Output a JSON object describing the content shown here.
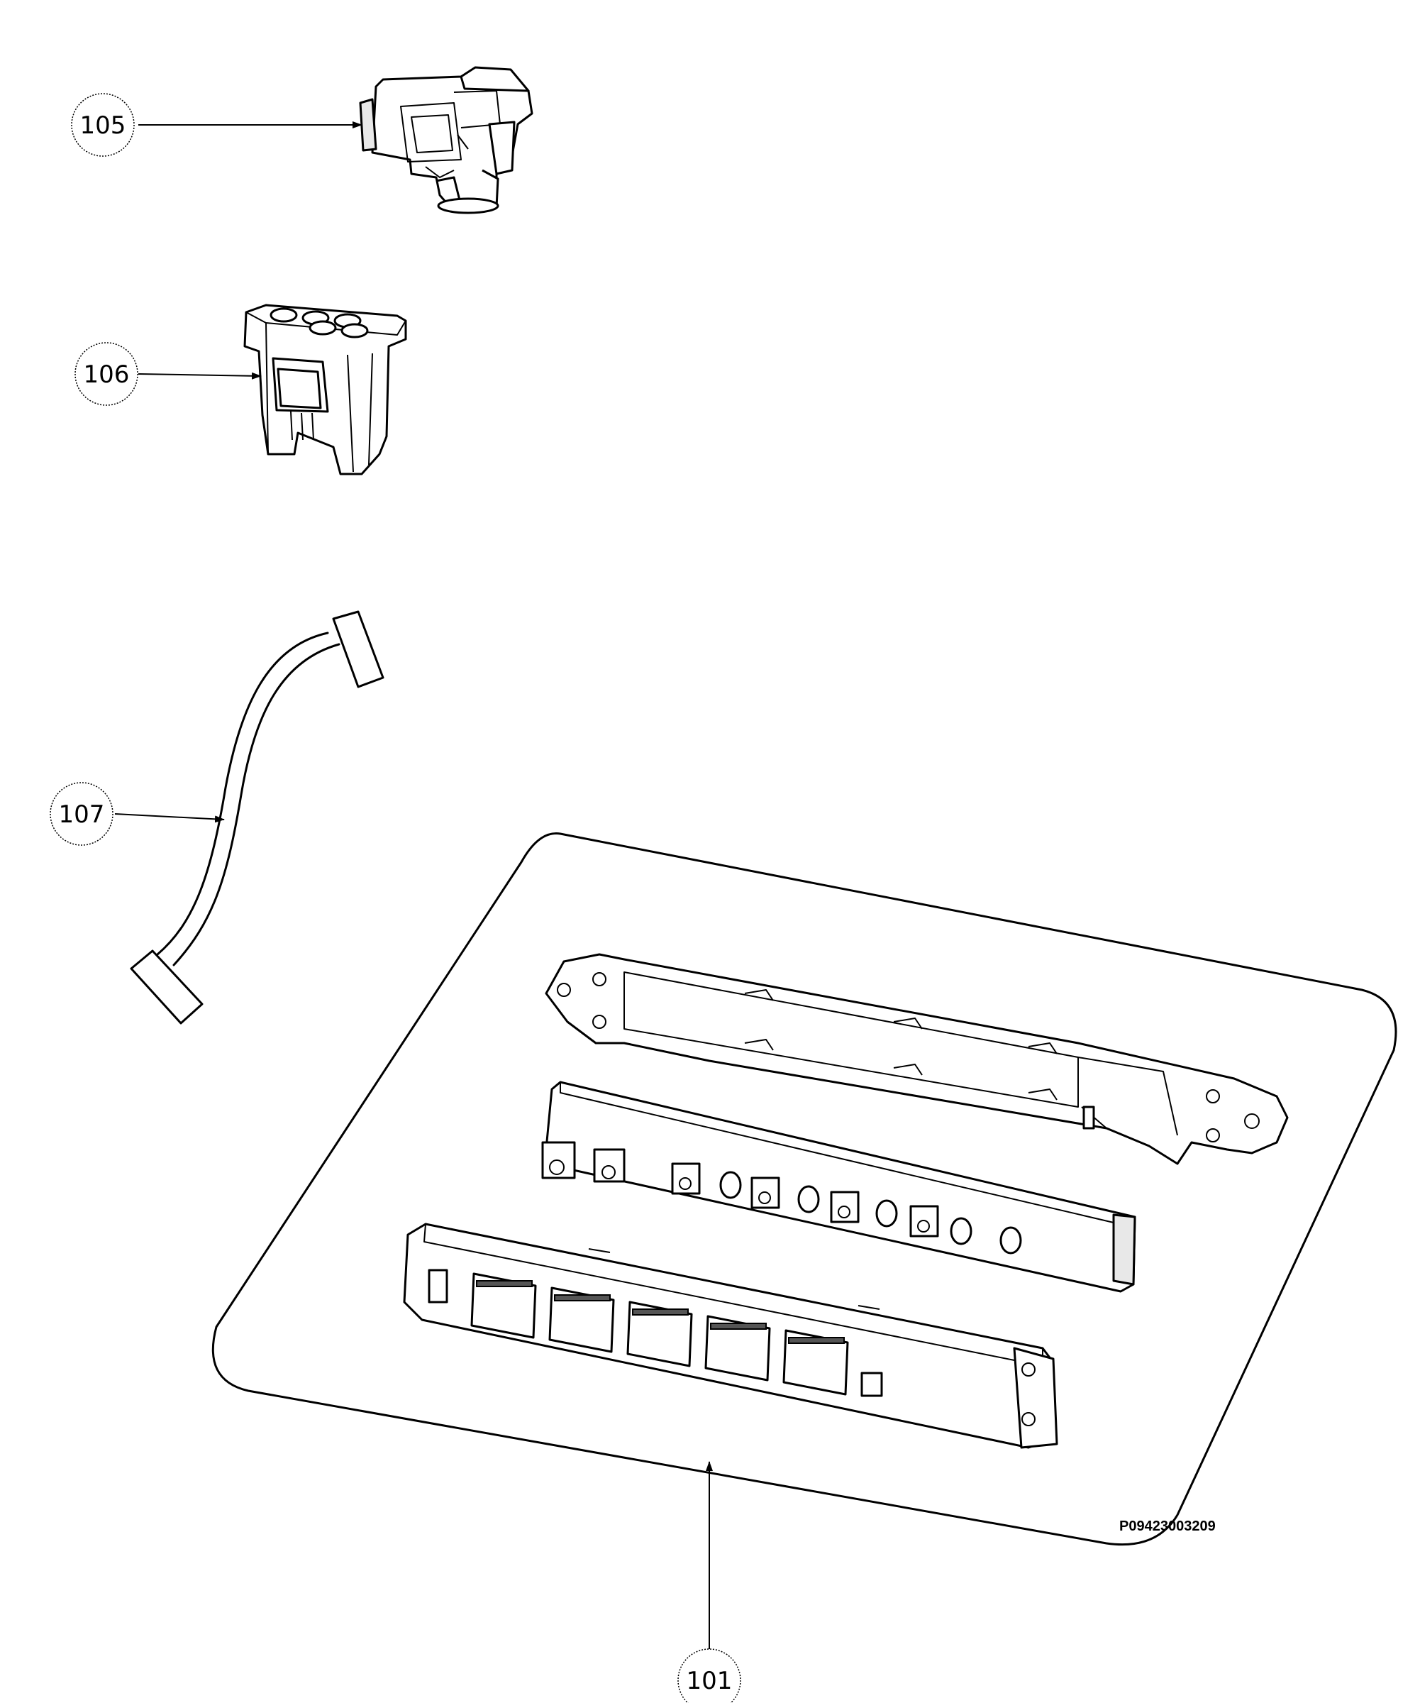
{
  "callouts": [
    {
      "id": "105",
      "label": "105"
    },
    {
      "id": "106",
      "label": "106"
    },
    {
      "id": "107",
      "label": "107"
    },
    {
      "id": "101",
      "label": "101"
    }
  ],
  "reference_code": "P09423003209"
}
